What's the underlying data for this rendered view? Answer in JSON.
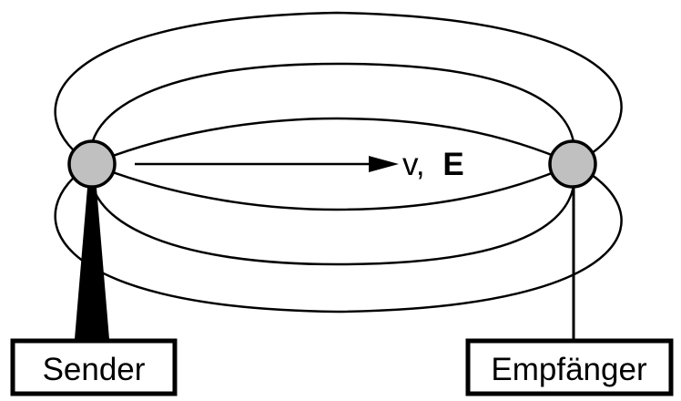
{
  "labels": {
    "sender": "Sender",
    "receiver": "Empfänger",
    "velocity": "v,",
    "energy": "E"
  },
  "colors": {
    "stroke": "#000000",
    "node_fill": "#c0c0c0",
    "background": "#ffffff"
  }
}
